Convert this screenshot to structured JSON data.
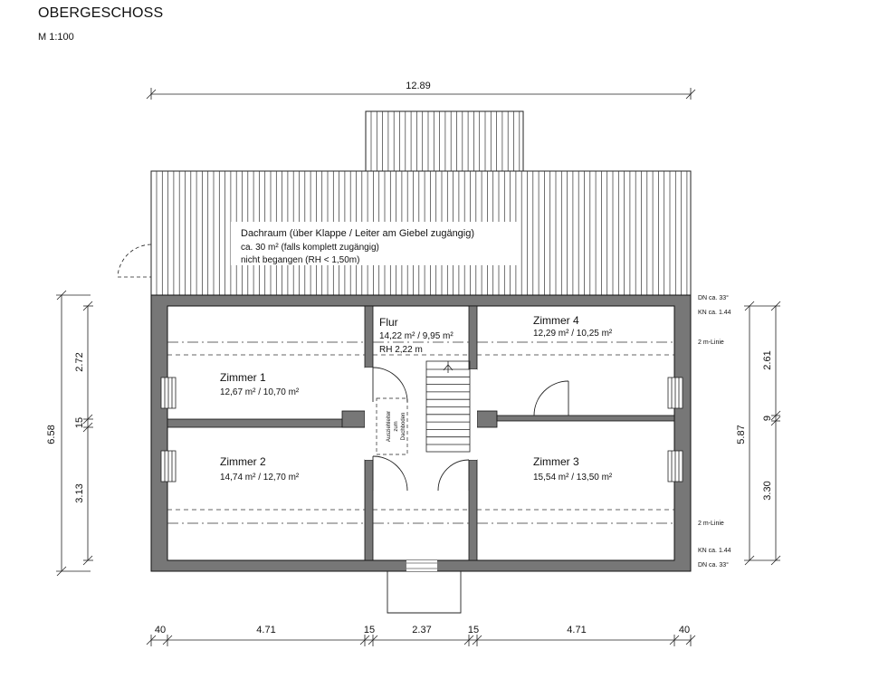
{
  "header": {
    "title": "OBERGESCHOSS",
    "scale": "M 1:100"
  },
  "attic": {
    "line1": "Dachraum (über Klappe / Leiter am Giebel zugängig)",
    "line2": "ca. 30 m² (falls komplett zugängig)",
    "line3": "nicht begangen (RH < 1,50m)"
  },
  "rooms": {
    "flur": {
      "name": "Flur",
      "area": "14,22 m² / 9,95 m²",
      "height": "RH 2,22 m"
    },
    "zimmer1": {
      "name": "Zimmer 1",
      "area": "12,67 m² / 10,70 m²"
    },
    "zimmer2": {
      "name": "Zimmer 2",
      "area": "14,74 m² / 12,70 m²"
    },
    "zimmer3": {
      "name": "Zimmer 3",
      "area": "15,54 m² / 13,50 m²"
    },
    "zimmer4": {
      "name": "Zimmer 4",
      "area": "12,29 m² / 10,25 m²"
    }
  },
  "ladder_note": {
    "line1": "Ausziehleiter",
    "line2": "zum",
    "line3": "Dachboden"
  },
  "labels": {
    "dn_top": "DN ca. 33°",
    "kn_top": "KN ca. 1.44",
    "linie_top": "2 m-Linie",
    "linie_bottom": "2 m-Linie",
    "kn_bottom": "KN ca. 1.44",
    "dn_bottom": "DN ca. 33°"
  },
  "dimensions": {
    "top_total": "12.89",
    "left_total": "6.58",
    "left_upper": "2.72",
    "left_mid": "15",
    "left_lower": "3.13",
    "right_total": "5.87",
    "right_upper": "2.61",
    "right_mid": "9",
    "right_lower": "3.30",
    "bottom_1": "40",
    "bottom_2": "4.71",
    "bottom_3": "15",
    "bottom_4": "2.37",
    "bottom_5": "15",
    "bottom_6": "4.71",
    "bottom_7": "40"
  }
}
